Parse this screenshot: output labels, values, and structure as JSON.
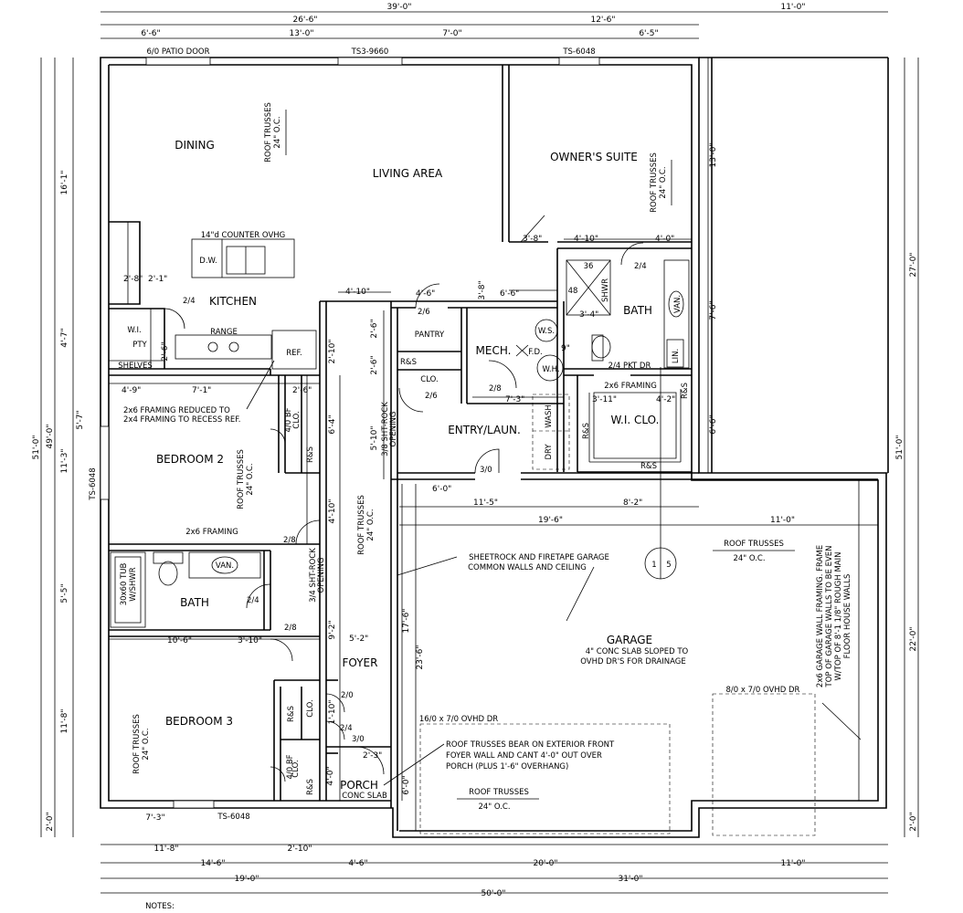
{
  "rooms": {
    "dining": "DINING",
    "living": "LIVING AREA",
    "owners_suite": "OWNER'S SUITE",
    "kitchen": "KITCHEN",
    "bath_owner": "BATH",
    "mech": "MECH.",
    "pantry": "PANTRY",
    "entry": "ENTRY/LAUN.",
    "wi_clo_owner": "W.I. CLO.",
    "wi_pty": "W.I.",
    "pty": "PTY",
    "bedroom2": "BEDROOM 2",
    "bath2": "BATH",
    "bedroom3": "BEDROOM 3",
    "foyer": "FOYER",
    "porch": "PORCH",
    "garage": "GARAGE"
  },
  "labels": {
    "patio_door": "6/0 PATIO DOOR",
    "ts_9660": "TS3-9660",
    "ts_6048_top": "TS-6048",
    "ts_6048_left": "TS-6048",
    "ts_6048_bottom": "TS-6048",
    "counter_ovhg": "14\"d COUNTER OVHG",
    "dw": "D.W.",
    "range": "RANGE",
    "ref": "REF.",
    "shelves": "SHELVES",
    "clo": "CLO.",
    "rs": "R&S",
    "wash": "WASH",
    "dry": "DRY",
    "ws": "W.S.",
    "wh": "W.H.",
    "fd": "F.D.",
    "van": "VAN.",
    "lin": "LIN.",
    "shwr": "SHWR",
    "tub": "30x60 TUB",
    "tub2": "W/SHWR",
    "pkt_dr": "2/4 PKT DR",
    "framing_owner": "2x6 FRAMING",
    "framing_bed2": "2x6 FRAMING",
    "bf_40": "4/0 BF",
    "sht_rock_38": "3/8 SHT-ROCK",
    "sht_rock_34": "3/4 SHT-ROCK",
    "opening": "OPENING",
    "porch_sub": "CONC SLAB",
    "ovhd_dr_large": "16/0 x 7/0 OVHD DR",
    "ovhd_dr_small": "8/0 x 7/0 OVHD DR",
    "callout_num1": "1",
    "callout_num2": "5",
    "notes": "NOTES:"
  },
  "doors": {
    "d24_kitchen": "2/4",
    "d26_pantry": "2/6",
    "d26_clo": "2/6",
    "d28_mech": "2/8",
    "d30_entry": "3/0",
    "d24_owner": "2/4",
    "d28_bed2": "2/8",
    "d24_bath2": "2/4",
    "d28_bed3": "2/8",
    "d20_foyer": "2/0",
    "d24_foyer": "2/4",
    "d30_front": "3/0"
  },
  "fixtures": {
    "shower_a": "36",
    "shower_b": "48"
  },
  "trusses": {
    "line1": "ROOF TRUSSES",
    "line2": "24\" O.C."
  },
  "notes": {
    "framing_reduced_1": "2x6 FRAMING REDUCED TO",
    "framing_reduced_2": "2x4 FRAMING TO RECESS REF.",
    "sheetrock_1": "SHEETROCK AND FIRETAPE GARAGE",
    "sheetrock_2": "COMMON WALLS AND CEILING",
    "garage_sub_1": "4\" CONC SLAB SLOPED TO",
    "garage_sub_2": "OVHD DR'S FOR DRAINAGE",
    "trusses_porch_1": "ROOF TRUSSES BEAR ON EXTERIOR FRONT",
    "trusses_porch_2": "FOYER WALL AND CANT 4'-0\" OUT OVER",
    "trusses_porch_3": "PORCH (PLUS 1'-6\" OVERHANG)",
    "garage_frame_1": "2x6 GARAGE WALL FRAMING. FRAME",
    "garage_frame_2": "TOP OF GARAGE WALLS TO BE EVEN",
    "garage_frame_3": "W/TOP OF 8'-1 1/8\" ROUGH MAIN",
    "garage_frame_4": "FLOOR HOUSE WALLS"
  },
  "dims": {
    "top_total": "39'-0\"",
    "top_right": "11'-0\"",
    "top_26_6": "26'-6\"",
    "top_12_6": "12'-6\"",
    "top_6_6": "6'-6\"",
    "top_13_0": "13'-0\"",
    "top_7_0": "7'-0\"",
    "top_6_5": "6'-5\"",
    "bot_11_8": "11'-8\"",
    "bot_2_10": "2'-10\"",
    "bot_14_6": "14'-6\"",
    "bot_4_6": "4'-6\"",
    "bot_20_0": "20'-0\"",
    "bot_11_0": "11'-0\"",
    "bot_19_0": "19'-0\"",
    "bot_31_0": "31'-0\"",
    "bot_50_0": "50'-0\"",
    "bot_7_3": "7'-3\"",
    "left_51_0": "51'-0\"",
    "left_49_0": "49'-0\"",
    "left_16_1": "16'-1\"",
    "left_4_7": "4'-7\"",
    "left_11_3": "11'-3\"",
    "left_5_7": "5'-7\"",
    "left_5_5": "5'-5\"",
    "left_11_8": "11'-8\"",
    "left_2_0": "2'-0\"",
    "right_27_0": "27'-0\"",
    "right_51_0": "51'-0\"",
    "right_13_0": "13'-0\"",
    "right_7_6": "7'-6\"",
    "right_6_6": "6'-6\"",
    "right_22_0": "22'-0\"",
    "right_2_0": "2'-0\"",
    "k_2_8": "2'-8\"",
    "k_2_1": "2'-1\"",
    "k_4_10": "4'-10\"",
    "k_2_10": "2'-10\"",
    "b2_4_9": "4'-9\"",
    "b2_7_1": "7'-1\"",
    "b2_6_4": "6'-4\"",
    "b2_4_10": "4'-10\"",
    "b2_2_6": "2'-6\"",
    "m_4_6": "4'-6\"",
    "m_6_6": "6'-6\"",
    "m_3_8": "3'-8\"",
    "m_3_8b": "3'-8\"",
    "m_4_10": "4'-10\"",
    "m_4_0": "4'-0\"",
    "m_3_4": "3'-4\"",
    "m_9": "9\"",
    "m_7_3": "7'-3\"",
    "m_3_11": "3'-11\"",
    "m_4_2": "4'-2\"",
    "m_2_6a": "2'-6\"",
    "m_2_6b": "2'-6\"",
    "e_5_10": "5'-10\"",
    "e_6_0": "6'-0\"",
    "g_11_5": "11'-5\"",
    "g_8_2": "8'-2\"",
    "g_19_6": "19'-6\"",
    "g_11_0": "11'-0\"",
    "g_17_6": "17'-6\"",
    "g_23_6": "23'-6\"",
    "g_6_0": "6'-0\"",
    "f_9_2": "9'-2\"",
    "f_5_2": "5'-2\"",
    "f_4_0": "4'-0\"",
    "f_2_3": "2'-3\"",
    "f_1_10": "1'-10\"",
    "b3_10_6": "10'-6\"",
    "b3_3_10": "3'-10\"",
    "pty_2_6": "2'-6\""
  }
}
